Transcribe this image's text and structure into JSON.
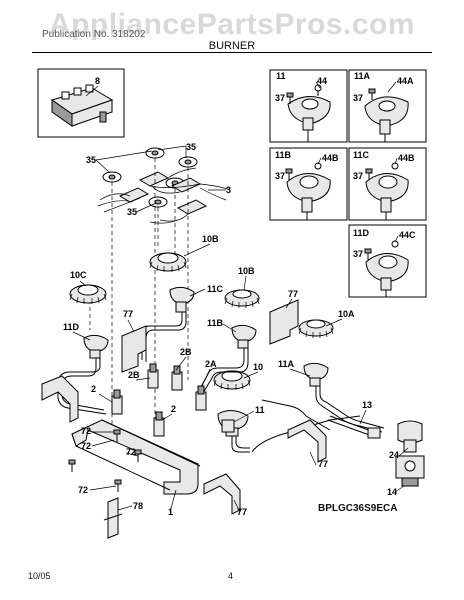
{
  "watermark": "AppliancePartsPros.com",
  "header": {
    "model": "Publication No. 318202",
    "title": "BURNER"
  },
  "footer": {
    "date": "10/05",
    "page": "4",
    "code": "BPLGC36S9ECA"
  },
  "callouts": [
    "8",
    "35",
    "35",
    "3",
    "35",
    "10B",
    "10C",
    "11C",
    "10B",
    "77",
    "11D",
    "77",
    "11B",
    "10A",
    "2B",
    "2B",
    "2",
    "2A",
    "10",
    "11A",
    "72",
    "2",
    "11",
    "13",
    "72",
    "72",
    "77",
    "24",
    "72",
    "78",
    "1",
    "77",
    "14"
  ],
  "insets": [
    {
      "part": "11",
      "screw": "37",
      "cap": "44"
    },
    {
      "part": "11A",
      "screw": "37",
      "cap": "44A"
    },
    {
      "part": "11B",
      "screw": "37",
      "cap": "44B"
    },
    {
      "part": "11C",
      "screw": "37",
      "cap": "44B"
    },
    {
      "part": "11D",
      "screw": "37",
      "cap": "44C"
    }
  ]
}
